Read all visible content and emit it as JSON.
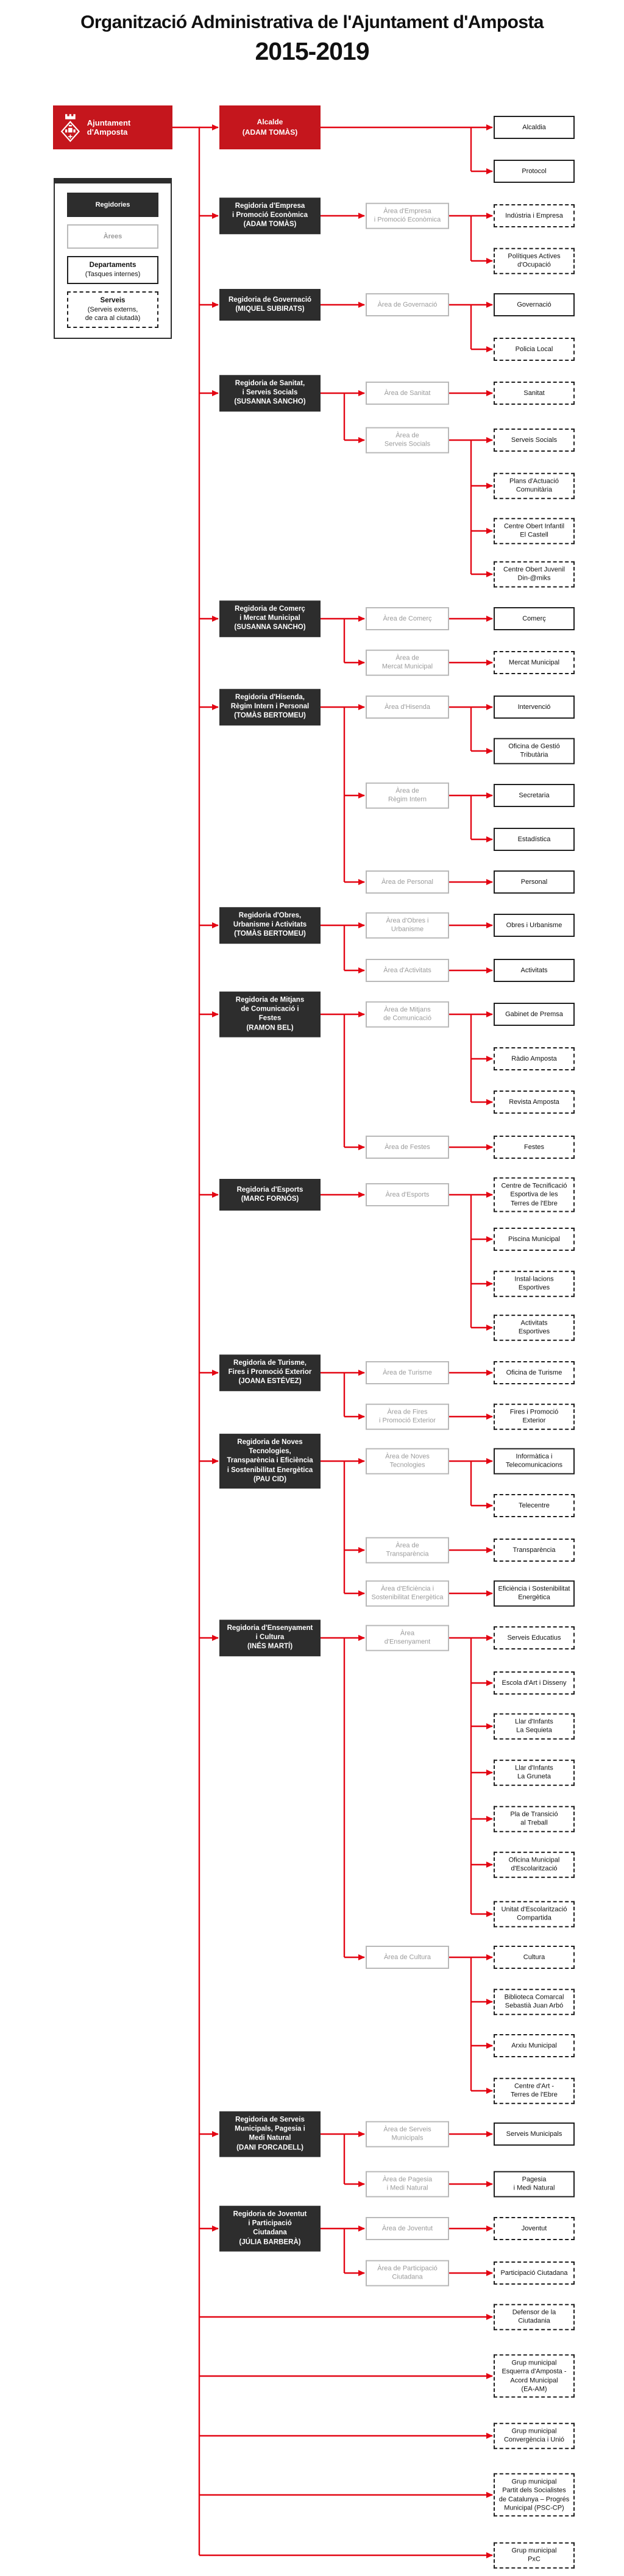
{
  "title": "Organització Administrativa de l'Ajuntament d'Amposta",
  "subtitle": "2015-2019",
  "logo": {
    "label": "Ajuntament d'Amposta"
  },
  "legend": {
    "regidories": "Regidories",
    "arees": "Àrees",
    "departaments": "Departaments",
    "departaments_note": "(Tasques internes)",
    "serveis": "Serveis",
    "serveis_note": "(Serveis externs,\nde cara al ciutadà)"
  },
  "colors": {
    "brand_red": "#c5161d",
    "line_red": "#e30613",
    "dark_box": "#2d2d2d"
  },
  "tree": [
    {
      "type": "alcalde",
      "label": "Alcalde",
      "name": "(ADAM TOMÀS)",
      "serveis": [
        {
          "type": "dept",
          "label": "Alcaldia"
        },
        {
          "type": "dept",
          "label": "Protocol"
        }
      ]
    },
    {
      "type": "regidoria",
      "label": "Regidoria d'Empresa\ni Promoció Econòmica",
      "name": "(ADAM TOMÀS)",
      "areas": [
        {
          "label": "Àrea d'Empresa\ni Promoció Econòmica",
          "serveis": [
            {
              "type": "servei",
              "label": "Indústria i Empresa"
            },
            {
              "type": "servei",
              "label": "Polítiques Actives\nd'Ocupació"
            }
          ]
        }
      ]
    },
    {
      "type": "regidoria",
      "label": "Regidoria de Governació",
      "name": "(MIQUEL SUBIRATS)",
      "areas": [
        {
          "label": "Àrea de Governació",
          "serveis": [
            {
              "type": "dept",
              "label": "Governació"
            },
            {
              "type": "servei",
              "label": "Policia Local"
            }
          ]
        }
      ]
    },
    {
      "type": "regidoria",
      "label": "Regidoria de Sanitat,\ni Serveis Socials",
      "name": "(SUSANNA SANCHO)",
      "areas": [
        {
          "label": "Àrea de Sanitat",
          "serveis": [
            {
              "type": "servei",
              "label": "Sanitat"
            }
          ]
        },
        {
          "label": "Àrea de\nServeis Socials",
          "serveis": [
            {
              "type": "servei",
              "label": "Serveis Socials"
            },
            {
              "type": "servei",
              "label": "Plans d'Actuació\nComunitària"
            },
            {
              "type": "servei",
              "label": "Centre Obert Infantil\nEl Castell"
            },
            {
              "type": "servei",
              "label": "Centre Obert Juvenil\nDin-@miks"
            }
          ]
        }
      ]
    },
    {
      "type": "regidoria",
      "label": "Regidoria de Comerç\ni Mercat Municipal",
      "name": "(SUSANNA SANCHO)",
      "areas": [
        {
          "label": "Àrea de Comerç",
          "serveis": [
            {
              "type": "dept",
              "label": "Comerç"
            }
          ]
        },
        {
          "label": "Àrea de\nMercat Municipal",
          "serveis": [
            {
              "type": "servei",
              "label": "Mercat Municipal"
            }
          ]
        }
      ]
    },
    {
      "type": "regidoria",
      "label": "Regidoria d'Hisenda,\nRègim Intern i Personal",
      "name": "(TOMÀS BERTOMEU)",
      "areas": [
        {
          "label": "Àrea d'Hisenda",
          "serveis": [
            {
              "type": "dept",
              "label": "Intervenció"
            },
            {
              "type": "dept",
              "label": "Oficina de Gestió\nTributària"
            }
          ]
        },
        {
          "label": "Àrea de\nRègim Intern",
          "serveis": [
            {
              "type": "dept",
              "label": "Secretaria"
            },
            {
              "type": "dept",
              "label": "Estadística"
            }
          ]
        },
        {
          "label": "Àrea de Personal",
          "serveis": [
            {
              "type": "dept",
              "label": "Personal"
            }
          ]
        }
      ]
    },
    {
      "type": "regidoria",
      "label": "Regidoria d'Obres,\nUrbanisme i Activitats",
      "name": "(TOMÀS BERTOMEU)",
      "areas": [
        {
          "label": "Àrea d'Obres i\nUrbanisme",
          "serveis": [
            {
              "type": "dept",
              "label": "Obres i Urbanisme"
            }
          ]
        },
        {
          "label": "Àrea d'Activitats",
          "serveis": [
            {
              "type": "dept",
              "label": "Activitats"
            }
          ]
        }
      ]
    },
    {
      "type": "regidoria",
      "label": "Regidoria de Mitjans\nde Comunicació i\nFestes",
      "name": "(RAMON BEL)",
      "areas": [
        {
          "label": "Àrea de Mitjans\nde Comunicació",
          "serveis": [
            {
              "type": "dept",
              "label": "Gabinet de Premsa"
            },
            {
              "type": "servei",
              "label": "Ràdio Amposta"
            },
            {
              "type": "servei",
              "label": "Revista Amposta"
            }
          ]
        },
        {
          "label": "Àrea de Festes",
          "serveis": [
            {
              "type": "servei",
              "label": "Festes"
            }
          ]
        }
      ]
    },
    {
      "type": "regidoria",
      "label": "Regidoria d'Esports",
      "name": "(MARC FORNÓS)",
      "areas": [
        {
          "label": "Àrea d'Esports",
          "serveis": [
            {
              "type": "servei",
              "label": "Centre de Tecnificació\nEsportiva de les\nTerres de l'Ebre"
            },
            {
              "type": "servei",
              "label": "Piscina Municipal"
            },
            {
              "type": "servei",
              "label": "Instal·lacions\nEsportives"
            },
            {
              "type": "servei",
              "label": "Activitats\nEsportives"
            }
          ]
        }
      ]
    },
    {
      "type": "regidoria",
      "label": "Regidoria de Turisme,\nFires i Promoció Exterior",
      "name": "(JOANA ESTÉVEZ)",
      "areas": [
        {
          "label": "Àrea de Turisme",
          "serveis": [
            {
              "type": "servei",
              "label": "Oficina de Turisme"
            }
          ]
        },
        {
          "label": "Àrea de Fires\ni Promoció Exterior",
          "serveis": [
            {
              "type": "servei",
              "label": "Fires i Promoció\nExterior"
            }
          ]
        }
      ]
    },
    {
      "type": "regidoria",
      "label": "Regidoria de Noves\nTecnologies,\nTransparència i Eficiència\ni Sostenibilitat Energètica",
      "name": "(PAU CID)",
      "areas": [
        {
          "label": "Àrea de Noves\nTecnologies",
          "serveis": [
            {
              "type": "dept",
              "label": "Informàtica i\nTelecomunicacions"
            },
            {
              "type": "servei",
              "label": "Telecentre"
            }
          ]
        },
        {
          "label": "Àrea de\nTransparència",
          "serveis": [
            {
              "type": "servei",
              "label": "Transparència"
            }
          ]
        },
        {
          "label": "Àrea d'Eficiència i\nSostenibilitat Energètica",
          "serveis": [
            {
              "type": "dept",
              "label": "Eficiència i Sostenibilitat\nEnergètica"
            }
          ]
        }
      ]
    },
    {
      "type": "regidoria",
      "label": "Regidoria d'Ensenyament\ni Cultura",
      "name": "(INÉS MARTÍ)",
      "areas": [
        {
          "label": "Àrea\nd'Ensenyament",
          "serveis": [
            {
              "type": "servei",
              "label": "Serveis Educatius"
            },
            {
              "type": "servei",
              "label": "Escola d'Art i Disseny"
            },
            {
              "type": "servei",
              "label": "Llar d'Infants\nLa Sequieta"
            },
            {
              "type": "servei",
              "label": "Llar d'Infants\nLa Gruneta"
            },
            {
              "type": "servei",
              "label": "Pla de Transició\nal Treball"
            },
            {
              "type": "servei",
              "label": "Oficina Municipal\nd'Escolarització"
            },
            {
              "type": "servei",
              "label": "Unitat d'Escolarització\nCompartida"
            }
          ]
        },
        {
          "label": "Àrea de Cultura",
          "serveis": [
            {
              "type": "servei",
              "label": "Cultura"
            },
            {
              "type": "servei",
              "label": "Biblioteca Comarcal\nSebastià Juan Arbó"
            },
            {
              "type": "servei",
              "label": "Arxiu Municipal"
            },
            {
              "type": "servei",
              "label": "Centre d'Art -\nTerres de l'Ebre"
            }
          ]
        }
      ]
    },
    {
      "type": "regidoria",
      "label": "Regidoria de Serveis\nMunicipals, Pagesia i\nMedi Natural",
      "name": "(DANI FORCADELL)",
      "areas": [
        {
          "label": "Àrea de Serveis\nMunicipals",
          "serveis": [
            {
              "type": "dept",
              "label": "Serveis Municipals"
            }
          ]
        },
        {
          "label": "Àrea de Pagesia\ni Medi Natural",
          "serveis": [
            {
              "type": "dept",
              "label": "Pagesia\ni Medi Natural"
            }
          ]
        }
      ]
    },
    {
      "type": "regidoria",
      "label": "Regidoria de Joventut\ni Participació\nCiutadana",
      "name": "(JÚLIA BARBERÀ)",
      "areas": [
        {
          "label": "Àrea de Joventut",
          "serveis": [
            {
              "type": "servei",
              "label": "Joventut"
            }
          ]
        },
        {
          "label": "Àrea de Participació\nCiutadana",
          "serveis": [
            {
              "type": "servei",
              "label": "Participació Ciutadana"
            }
          ]
        }
      ]
    }
  ],
  "direct": [
    {
      "type": "servei",
      "label": "Defensor de la\nCiutadania"
    },
    {
      "type": "servei",
      "label": "Grup municipal\nEsquerra d'Amposta -\nAcord Municipal\n(EA-AM)"
    },
    {
      "type": "servei",
      "label": "Grup municipal\nConvergència i Unió"
    },
    {
      "type": "servei",
      "label": "Grup municipal\nPartit dels Socialistes\nde Catalunya – Progrés\nMunicipal (PSC-CP)"
    },
    {
      "type": "servei",
      "label": "Grup municipal\nPxC"
    }
  ]
}
